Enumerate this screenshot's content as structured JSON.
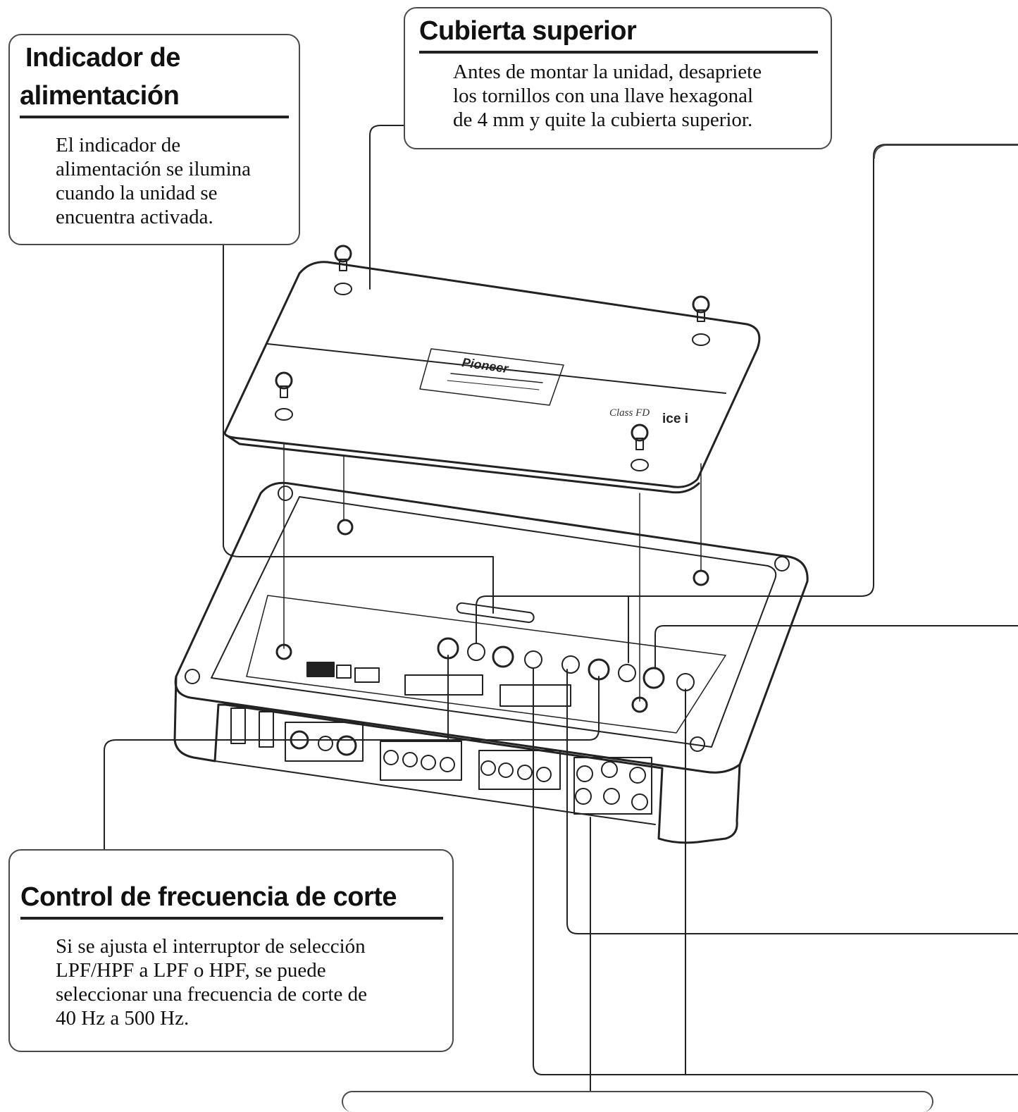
{
  "callouts": {
    "power": {
      "title_line1": "Indicador de",
      "title_line2": "alimentación",
      "body": [
        "El indicador de",
        "alimentación se ilumina",
        "cuando la unidad se",
        "encuentra activada."
      ]
    },
    "cover": {
      "title": "Cubierta superior",
      "body": [
        "Antes de montar la unidad, desapriete",
        "los tornillos con una llave hexagonal",
        "de 4 mm y quite la cubierta superior."
      ]
    },
    "cutoff": {
      "title": "Control de frecuencia de corte",
      "body": [
        "Si se ajusta el interruptor de selección",
        "LPF/HPF a LPF o HPF, se puede",
        "seleccionar una frecuencia de corte de",
        "40 Hz a 500 Hz."
      ]
    }
  },
  "device": {
    "brand": "Pioneer",
    "class_label": "Class FD",
    "series_label": "ice i"
  }
}
